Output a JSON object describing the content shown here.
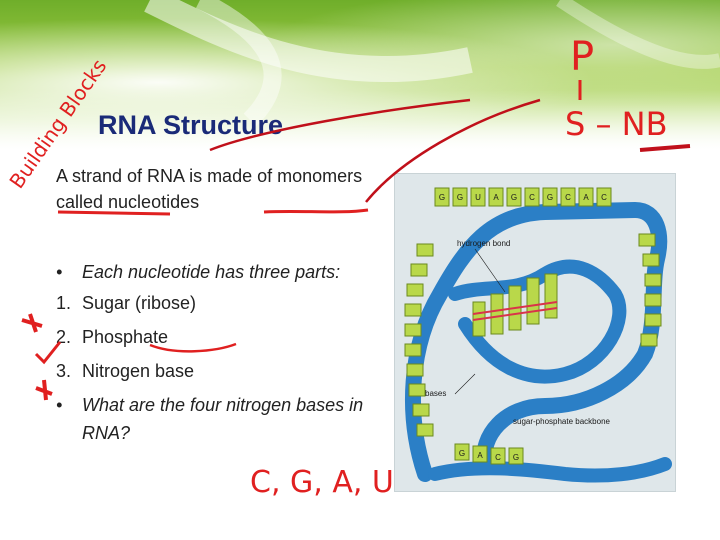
{
  "slide": {
    "title": "RNA Structure",
    "intro": "A strand of RNA is made of monomers called nucleotides",
    "bullets": [
      {
        "marker": "•",
        "text": "Each nucleotide has three parts:",
        "italic": true
      },
      {
        "marker": "1.",
        "text": "Sugar (ribose)",
        "italic": false
      },
      {
        "marker": "2.",
        "text": "Phosphate",
        "italic": false
      },
      {
        "marker": "3.",
        "text": "Nitrogen base",
        "italic": false
      },
      {
        "marker": "•",
        "text": "What are the four nitrogen bases in RNA?",
        "italic": true
      }
    ]
  },
  "diagram": {
    "labels": {
      "hydrogen_bond": "hydrogen bond",
      "bases": "bases",
      "backbone": "sugar-phosphate backbone"
    },
    "top_bases": [
      "G",
      "G",
      "U",
      "A",
      "G",
      "C",
      "G",
      "C",
      "A",
      "C"
    ],
    "bottom_bases": [
      "G",
      "A",
      "C",
      "G"
    ],
    "colors": {
      "backbone": "#2b7fc6",
      "base": "#b9d84a",
      "pair": "#d9334a",
      "background": "#dfe7ea"
    }
  },
  "annotations": {
    "building_blocks": "Building Blocks",
    "p_mark": "P",
    "s_nb": "S – NB",
    "answer": "C, G, A, U"
  }
}
